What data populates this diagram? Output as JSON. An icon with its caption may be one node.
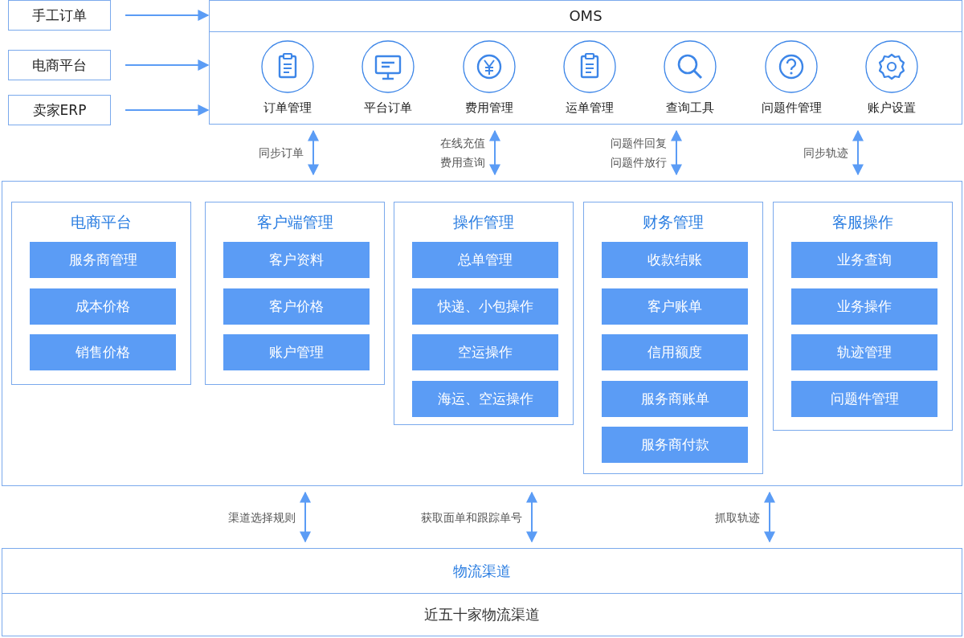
{
  "diagram": {
    "nodes": [
      {
        "text": [
          "手工订单"
        ]
      },
      {
        "text": [
          "电商平台"
        ]
      },
      {
        "text": [
          "卖家ERP"
        ]
      },
      {
        "text": [
          "OMS"
        ]
      },
      {
        "text": [
          "订单管理"
        ],
        "in": 3
      },
      {
        "text": [
          "平台订单"
        ],
        "in": 3
      },
      {
        "text": [
          "费用管理"
        ],
        "in": 3
      },
      {
        "text": [
          "运单管理"
        ],
        "in": 3
      },
      {
        "text": [
          "查询工具"
        ],
        "in": 3
      },
      {
        "text": [
          "问题件管理"
        ],
        "in": 3
      },
      {
        "text": [
          "账户设置"
        ],
        "in": 3
      },
      {
        "text": [],
        "shape": "box"
      },
      {
        "text": [
          "电商平台"
        ],
        "in": 11
      },
      {
        "text": [
          "服务商管理"
        ],
        "in": 12
      },
      {
        "text": [
          "成本价格"
        ],
        "in": 12
      },
      {
        "text": [
          "销售价格"
        ],
        "in": 12
      },
      {
        "text": [
          "客户端管理"
        ],
        "in": 11
      },
      {
        "text": [
          "客户资料"
        ],
        "in": 16
      },
      {
        "text": [
          "客户价格"
        ],
        "in": 16
      },
      {
        "text": [
          "账户管理"
        ],
        "in": 16
      },
      {
        "text": [
          "操作管理"
        ],
        "in": 11
      },
      {
        "text": [
          "总单管理"
        ],
        "in": 20
      },
      {
        "text": [
          "快递、小包操作"
        ],
        "in": 20
      },
      {
        "text": [
          "空运操作"
        ],
        "in": 20
      },
      {
        "text": [
          "海运、空运操作"
        ],
        "in": 20
      },
      {
        "text": [
          "财务管理"
        ],
        "in": 11
      },
      {
        "text": [
          "收款结账"
        ],
        "in": 25
      },
      {
        "text": [
          "客户账单"
        ],
        "in": 25
      },
      {
        "text": [
          "信用额度"
        ],
        "in": 25
      },
      {
        "text": [
          "服务商账单"
        ],
        "in": 25
      },
      {
        "text": [
          "服务商付款"
        ],
        "in": 25
      },
      {
        "text": [
          "客服操作"
        ],
        "in": 11
      },
      {
        "text": [
          "业务查询"
        ],
        "in": 31
      },
      {
        "text": [
          "业务操作"
        ],
        "in": 31
      },
      {
        "text": [
          "轨迹管理"
        ],
        "in": 31
      },
      {
        "text": [
          "问题件管理"
        ],
        "in": 31
      },
      {
        "text": [
          "物流渠道",
          "近五十家物流渠道"
        ]
      }
    ],
    "edges": [
      {
        "from": 0,
        "to": 3,
        "arrow": "to"
      },
      {
        "from": 1,
        "to": 3,
        "arrow": "to"
      },
      {
        "from": 2,
        "to": 3,
        "arrow": "to"
      },
      {
        "from": 3,
        "to": 11,
        "arrow": "both",
        "label": "同步订单"
      },
      {
        "from": 3,
        "to": 11,
        "arrow": "both",
        "label": "在线充值费用查询"
      },
      {
        "from": 3,
        "to": 11,
        "arrow": "both",
        "label": "问题件回复问题件放行"
      },
      {
        "from": 3,
        "to": 11,
        "arrow": "both",
        "label": "同步轨迹"
      },
      {
        "from": 11,
        "to": 36,
        "arrow": "both",
        "label": "渠道选择规则"
      },
      {
        "from": 11,
        "to": 36,
        "arrow": "both",
        "label": "获取面单和跟踪单号"
      },
      {
        "from": 11,
        "to": 36,
        "arrow": "both",
        "label": "抓取轨迹"
      }
    ]
  }
}
